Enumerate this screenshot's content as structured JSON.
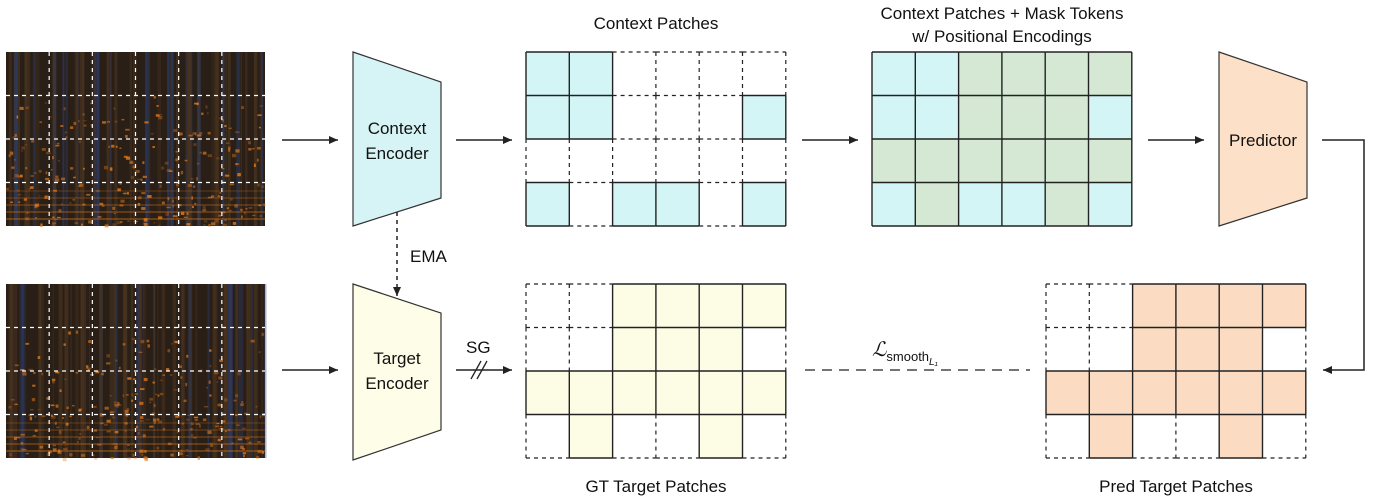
{
  "labels": {
    "context_patches": "Context Patches",
    "context_mask_line1": "Context Patches + Mask Tokens",
    "context_mask_line2": "w/ Positional Encodings",
    "gt_target_patches": "GT Target Patches",
    "pred_target_patches": "Pred Target Patches",
    "context_encoder_line1": "Context",
    "context_encoder_line2": "Encoder",
    "target_encoder_line1": "Target",
    "target_encoder_line2": "Encoder",
    "predictor": "Predictor",
    "ema": "EMA",
    "sg": "SG",
    "loss_main": "ℒ",
    "loss_sub": "smooth",
    "loss_subsub": "L₁"
  },
  "colors": {
    "context": "#d4f5f5",
    "context_encoder": "#d6f4f5",
    "mask": "#d5e8d4",
    "target": "#fdfde6",
    "target_encoder": "#fdfde8",
    "pred": "#fbdcc2",
    "predictor": "#fde0c8",
    "spec_dark": "#2a1f16",
    "spec_orange": "#e07a1e",
    "spec_blue": "#2a3a66"
  },
  "grids": {
    "context_patches": [
      "CC...."
    ],
    "context_patches_rows": [
      "CC....",
      "CC...C",
      "......",
      "C.CC.C"
    ],
    "mask_tokens_rows": [
      "CCMMMM",
      "CCMMMC",
      "MMMMMM",
      "CMCCMC"
    ],
    "gt_target_rows": [
      "..TTTT",
      "..TTT.",
      "TTTTTT",
      ".T..T."
    ],
    "pred_target_rows": [
      "..PPPP",
      "..PPP.",
      "PPPPPP",
      ".P..P."
    ]
  }
}
